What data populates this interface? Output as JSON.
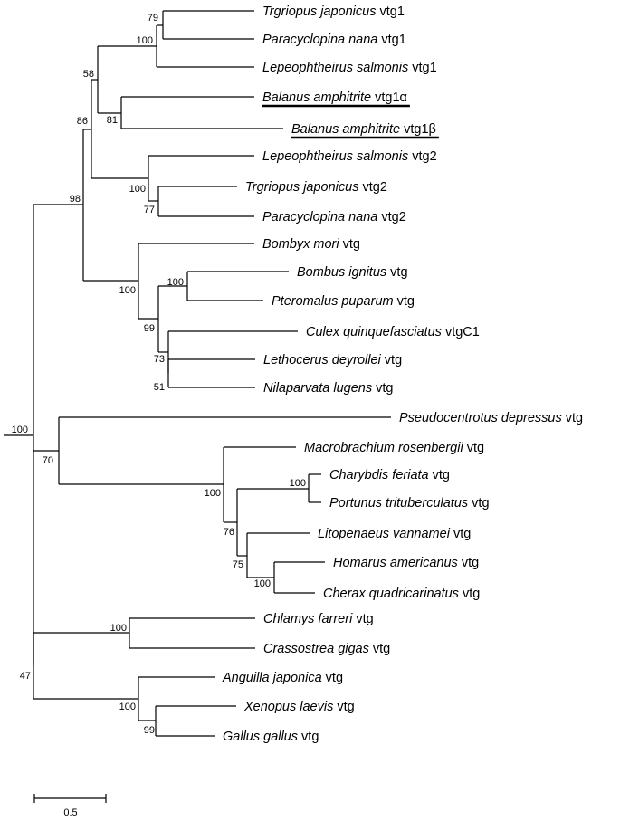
{
  "tree": {
    "taxa": [
      {
        "id": "t1",
        "species": "Trgriopus japonicus",
        "gene": "vtg1"
      },
      {
        "id": "t2",
        "species": "Paracyclopina nana",
        "gene": "vtg1"
      },
      {
        "id": "t3",
        "species": "Lepeophtheirus salmonis",
        "gene": "vtg1"
      },
      {
        "id": "t4",
        "species": "Balanus amphitrite",
        "gene": "vtg1α",
        "underlined": true
      },
      {
        "id": "t5",
        "species": "Balanus amphitrite",
        "gene": "vtg1β",
        "underlined": true
      },
      {
        "id": "t6",
        "species": "Lepeophtheirus salmonis",
        "gene": "vtg2"
      },
      {
        "id": "t7",
        "species": "Trgriopus japonicus",
        "gene": "vtg2"
      },
      {
        "id": "t8",
        "species": "Paracyclopina nana",
        "gene": "vtg2"
      },
      {
        "id": "t9",
        "species": "Bombyx mori",
        "gene": "vtg"
      },
      {
        "id": "t10",
        "species": "Bombus ignitus",
        "gene": "vtg"
      },
      {
        "id": "t11",
        "species": "Pteromalus puparum",
        "gene": "vtg"
      },
      {
        "id": "t12",
        "species": "Culex quinquefasciatus",
        "gene": "vtgC1"
      },
      {
        "id": "t13",
        "species": "Lethocerus deyrollei",
        "gene": "vtg"
      },
      {
        "id": "t14",
        "species": "Nilaparvata lugens",
        "gene": "vtg"
      },
      {
        "id": "t15",
        "species": "Pseudocentrotus depressus",
        "gene": "vtg"
      },
      {
        "id": "t16",
        "species": "Macrobrachium rosenbergii",
        "gene": "vtg"
      },
      {
        "id": "t17",
        "species": "Charybdis feriata",
        "gene": "vtg"
      },
      {
        "id": "t18",
        "species": "Portunus trituberculatus",
        "gene": "vtg"
      },
      {
        "id": "t19",
        "species": "Litopenaeus vannamei",
        "gene": "vtg"
      },
      {
        "id": "t20",
        "species": "Homarus americanus",
        "gene": "vtg"
      },
      {
        "id": "t21",
        "species": "Cherax quadricarinatus",
        "gene": "vtg"
      },
      {
        "id": "t22",
        "species": "Chlamys farreri",
        "gene": "vtg"
      },
      {
        "id": "t23",
        "species": "Crassostrea gigas",
        "gene": "vtg"
      },
      {
        "id": "t24",
        "species": "Anguilla japonica",
        "gene": "vtg"
      },
      {
        "id": "t25",
        "species": "Xenopus laevis",
        "gene": "vtg"
      },
      {
        "id": "t26",
        "species": "Gallus gallus",
        "gene": "vtg"
      }
    ],
    "bootstrap": {
      "n79": "79",
      "n100a": "100",
      "n58": "58",
      "n81": "81",
      "n86": "86",
      "n100b": "100",
      "n77": "77",
      "n98": "98",
      "n100c": "100",
      "n100d": "100",
      "n99a": "99",
      "n73": "73",
      "n51": "51",
      "n100root": "100",
      "n70": "70",
      "n100e": "100",
      "n100f": "100",
      "n76": "76",
      "n75": "75",
      "n100g": "100",
      "n100h": "100",
      "n47": "47",
      "n100i": "100",
      "n99b": "99"
    }
  },
  "scale_bar": {
    "label": "0.5",
    "value": 0.5
  }
}
